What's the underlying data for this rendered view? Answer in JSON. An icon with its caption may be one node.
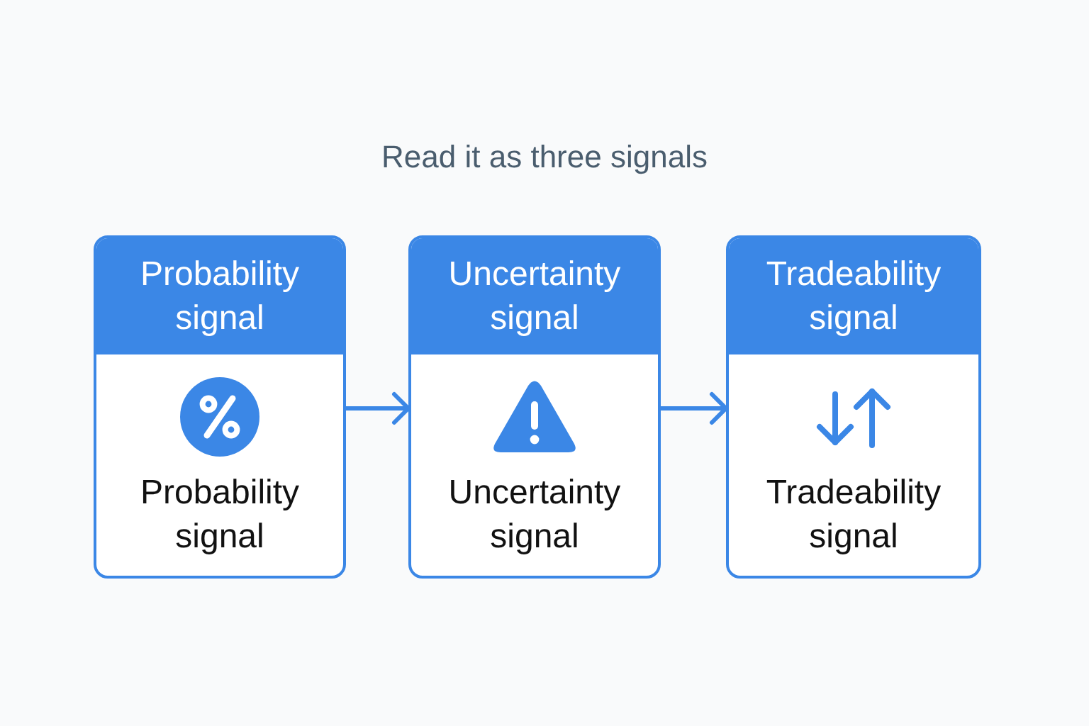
{
  "diagram": {
    "title": "Read it as three signals",
    "nodes": [
      {
        "text": [
          "Probability signal",
          "Probability signal"
        ]
      },
      {
        "text": [
          "Uncertainty signal",
          "Uncertainty signal"
        ]
      },
      {
        "text": [
          "Tradeability signal",
          "Tradeability signal"
        ]
      }
    ],
    "edges": [
      {
        "from": 0,
        "to": 1,
        "arrow": "to"
      },
      {
        "from": 1,
        "to": 2,
        "arrow": "to"
      }
    ]
  }
}
